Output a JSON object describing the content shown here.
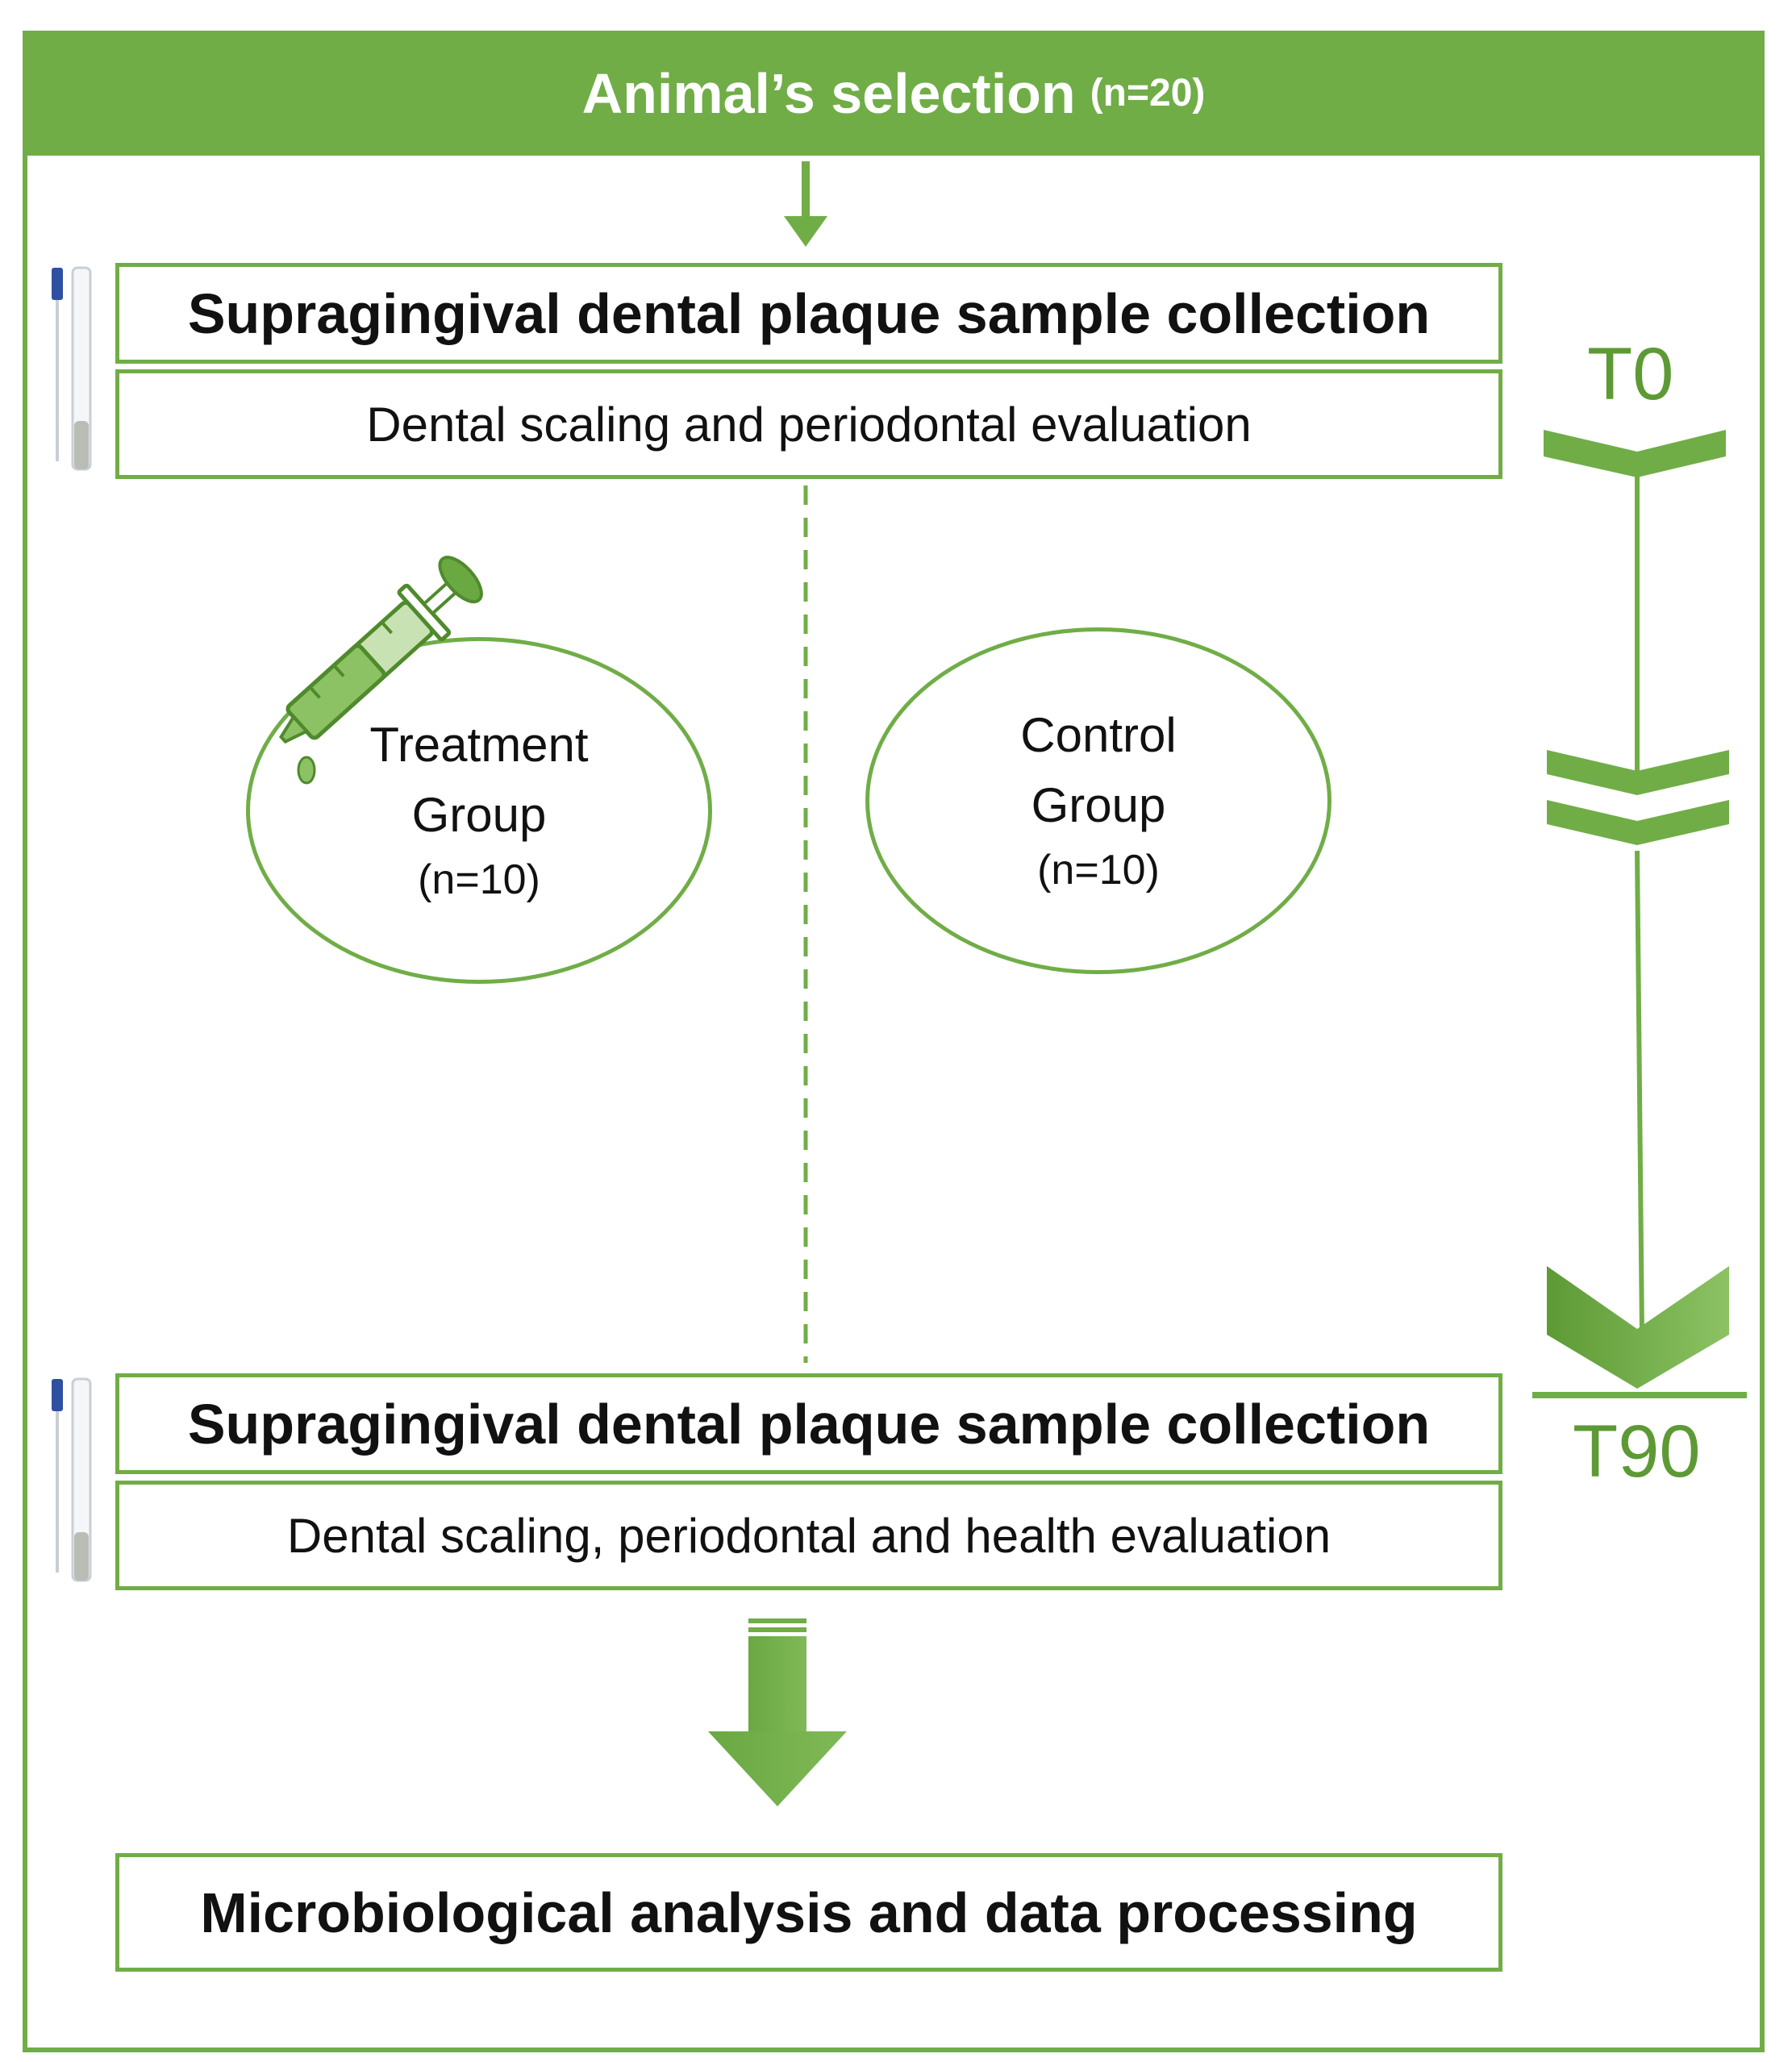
{
  "header": {
    "title": "Animal’s selection",
    "count": "(n=20)"
  },
  "step1": {
    "collection": "Supragingival dental plaque sample collection",
    "evaluation": "Dental scaling and periodontal evaluation"
  },
  "groups": [
    {
      "line1": "Treatment",
      "line2": "Group",
      "count": "(n=10)"
    },
    {
      "line1": "Control",
      "line2": "Group",
      "count": "(n=10)"
    }
  ],
  "step2": {
    "collection": "Supragingival dental plaque sample collection",
    "evaluation": "Dental scaling, periodontal and health evaluation"
  },
  "final": "Microbiological analysis and data processing",
  "timeline": {
    "start": "T0",
    "end": "T90"
  },
  "colors": {
    "accent": "#70ad47",
    "accent_dark": "#5d9a35",
    "swab_cap": "#2f4fa0"
  },
  "icons": [
    "swab-tube-icon",
    "syringe-icon"
  ]
}
